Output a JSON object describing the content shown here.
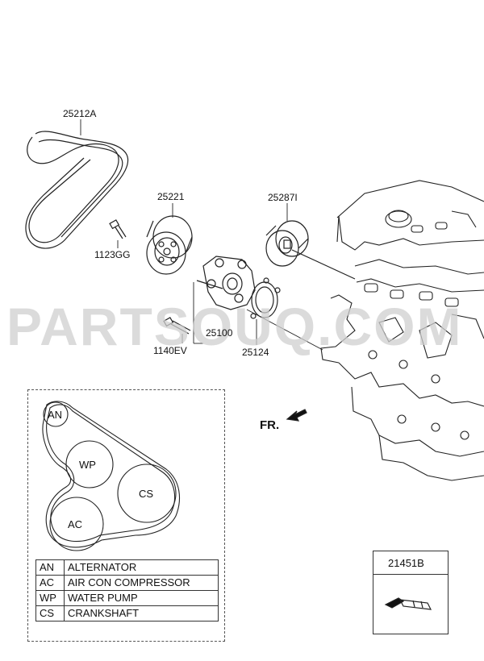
{
  "labels": {
    "belt": "25212A",
    "idler": "25221",
    "bolt_idler": "1123GG",
    "tensioner": "25287I",
    "water_pump": "25100",
    "bolt_pump": "1140EV",
    "gasket": "25124",
    "box_part": "21451B",
    "front": "FR."
  },
  "watermark": "PARTSOUQ.COM",
  "pulleys": {
    "an": "AN",
    "wp": "WP",
    "cs": "CS",
    "ac": "AC"
  },
  "legend": [
    {
      "abbr": "AN",
      "name": "ALTERNATOR"
    },
    {
      "abbr": "AC",
      "name": "AIR CON COMPRESSOR"
    },
    {
      "abbr": "WP",
      "name": "WATER PUMP"
    },
    {
      "abbr": "CS",
      "name": "CRANKSHAFT"
    }
  ]
}
